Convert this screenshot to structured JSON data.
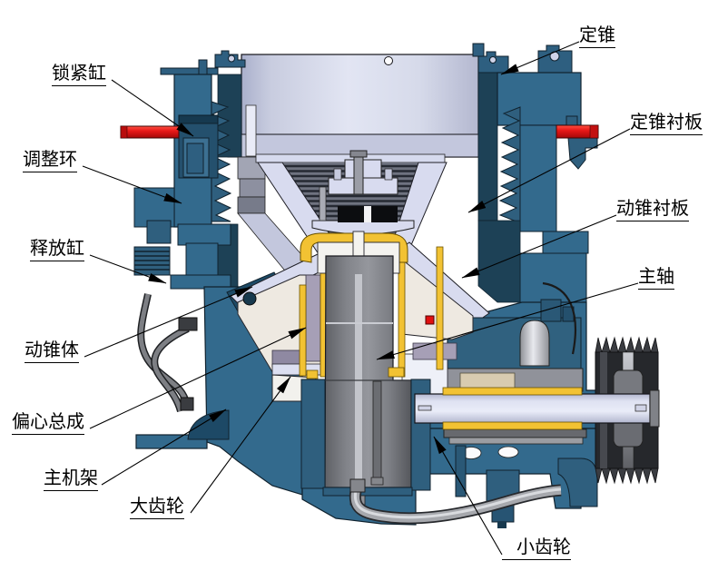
{
  "diagram": {
    "type": "cone-crusher-sectional-view",
    "labels": [
      {
        "id": "suo-jin-gang",
        "text": "锁紧缸"
      },
      {
        "id": "tiao-zheng-huan",
        "text": "调整环"
      },
      {
        "id": "shi-fang-gang",
        "text": "释放缸"
      },
      {
        "id": "dong-zhui-ti",
        "text": "动锥体"
      },
      {
        "id": "pian-xin-zong-cheng",
        "text": "偏心总成"
      },
      {
        "id": "zhu-ji-jia",
        "text": "主机架"
      },
      {
        "id": "da-chi-lun",
        "text": "大齿轮"
      },
      {
        "id": "ding-zhui",
        "text": "定锥"
      },
      {
        "id": "ding-zhui-chen-ban",
        "text": "定锥衬板"
      },
      {
        "id": "dong-zhui-chen-ban",
        "text": "动锥衬板"
      },
      {
        "id": "zhu-zhou",
        "text": "主轴"
      },
      {
        "id": "xiao-chi-lun",
        "text": "小齿轮"
      }
    ],
    "colors": {
      "body_teal": "#336a8d",
      "dark_teal": "#1d4156",
      "accent_red": "#e31414",
      "bearing_yellow": "#f2c233",
      "liner_lavender": "#d8dbef",
      "shaft_gray": "#85878c",
      "background": "#ffffff"
    }
  }
}
